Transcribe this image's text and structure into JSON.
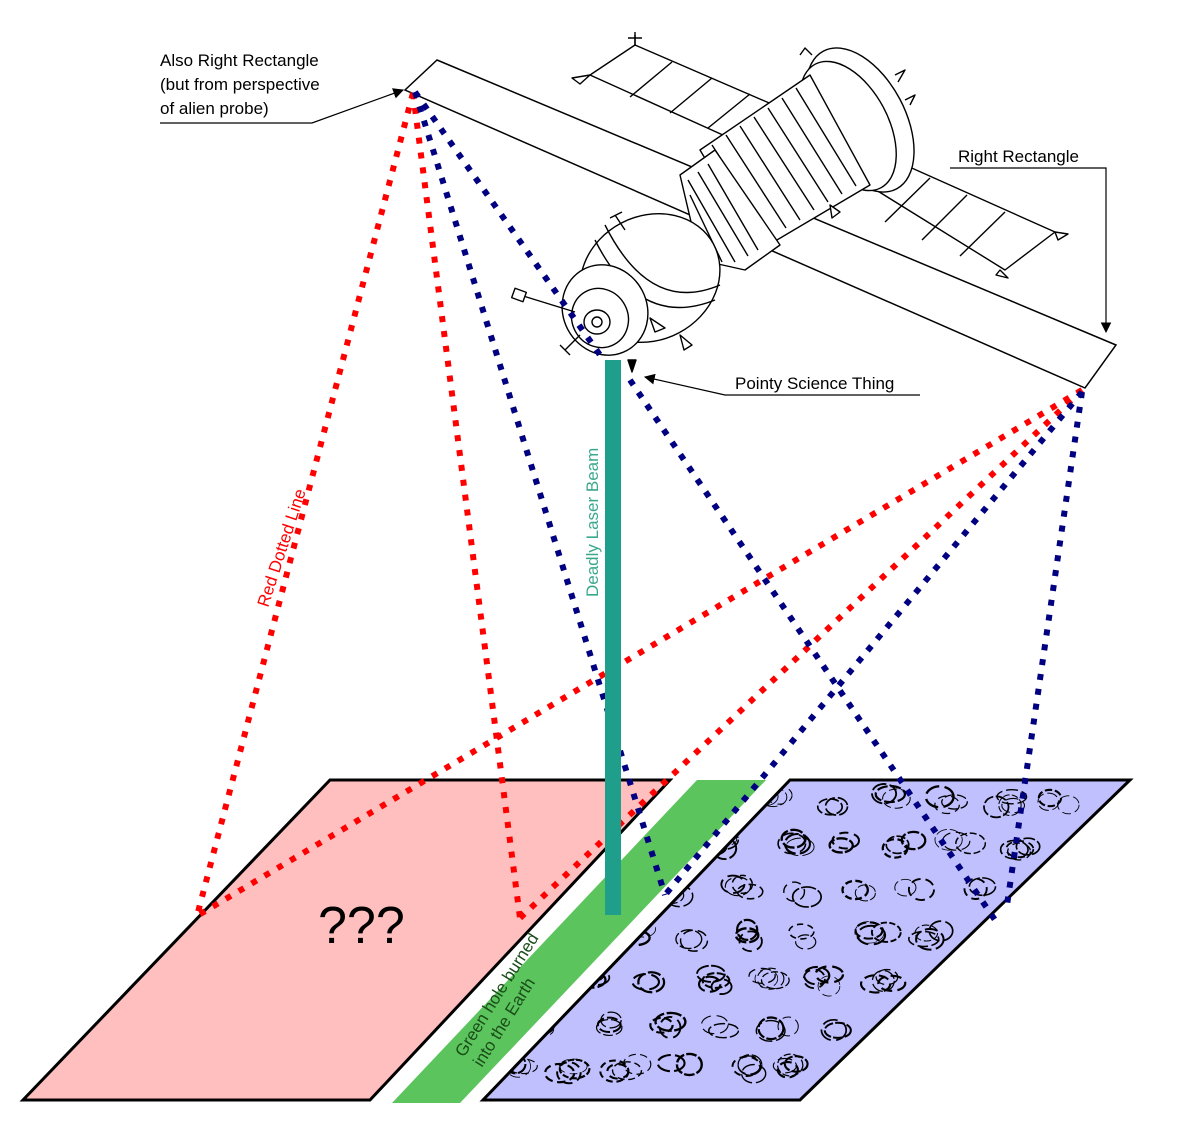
{
  "labels": {
    "also_right_rectangle": [
      "Also Right Rectangle",
      "(but from perspective",
      "of alien probe)"
    ],
    "right_rectangle": "Right Rectangle",
    "pointy_science_thing": "Pointy Science Thing",
    "red_dotted_line": "Red Dotted Line",
    "deadly_laser_beam": "Deadly Laser Beam",
    "green_hole": [
      "Green hole burned",
      "into the Earth"
    ],
    "unknown_region": "???"
  },
  "colors": {
    "red_dots": "#ff0000",
    "blue_dots": "#000080",
    "laser": "#1f9e8c",
    "laser_text": "#3aa88c",
    "green_hole": "#5cc45c",
    "pink_region": "#ffbfbf",
    "blue_region": "#c0c0ff",
    "outline": "#000000"
  },
  "icons": {
    "satellite": "soyuz-spacecraft-drawing",
    "probe_marks": "circular-scribble-pattern"
  }
}
